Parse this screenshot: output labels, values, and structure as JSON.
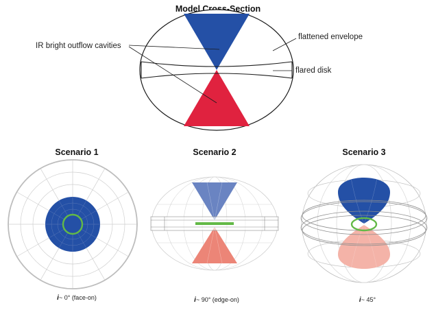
{
  "top": {
    "title": "Model Cross-Section",
    "labels": {
      "cavities": "IR bright outflow cavities",
      "envelope": "flattened envelope",
      "disk": "flared disk"
    }
  },
  "scenarios": [
    {
      "title": "Scenario 1",
      "i_symbol": "i",
      "caption": "~ 0° (face-on)"
    },
    {
      "title": "Scenario 2",
      "i_symbol": "i",
      "caption": "~ 90° (edge-on)"
    },
    {
      "title": "Scenario 3",
      "i_symbol": "i",
      "caption": "~ 45°"
    }
  ],
  "colors": {
    "blue_cavity": "#2450a6",
    "red_cavity": "#e0223f",
    "light_blue_cavity": "#6a84c2",
    "light_red_cavity": "#ec8577",
    "ring_green": "#63b947",
    "grid_gray": "#c8c8c8",
    "outline": "#1a1a1a"
  }
}
